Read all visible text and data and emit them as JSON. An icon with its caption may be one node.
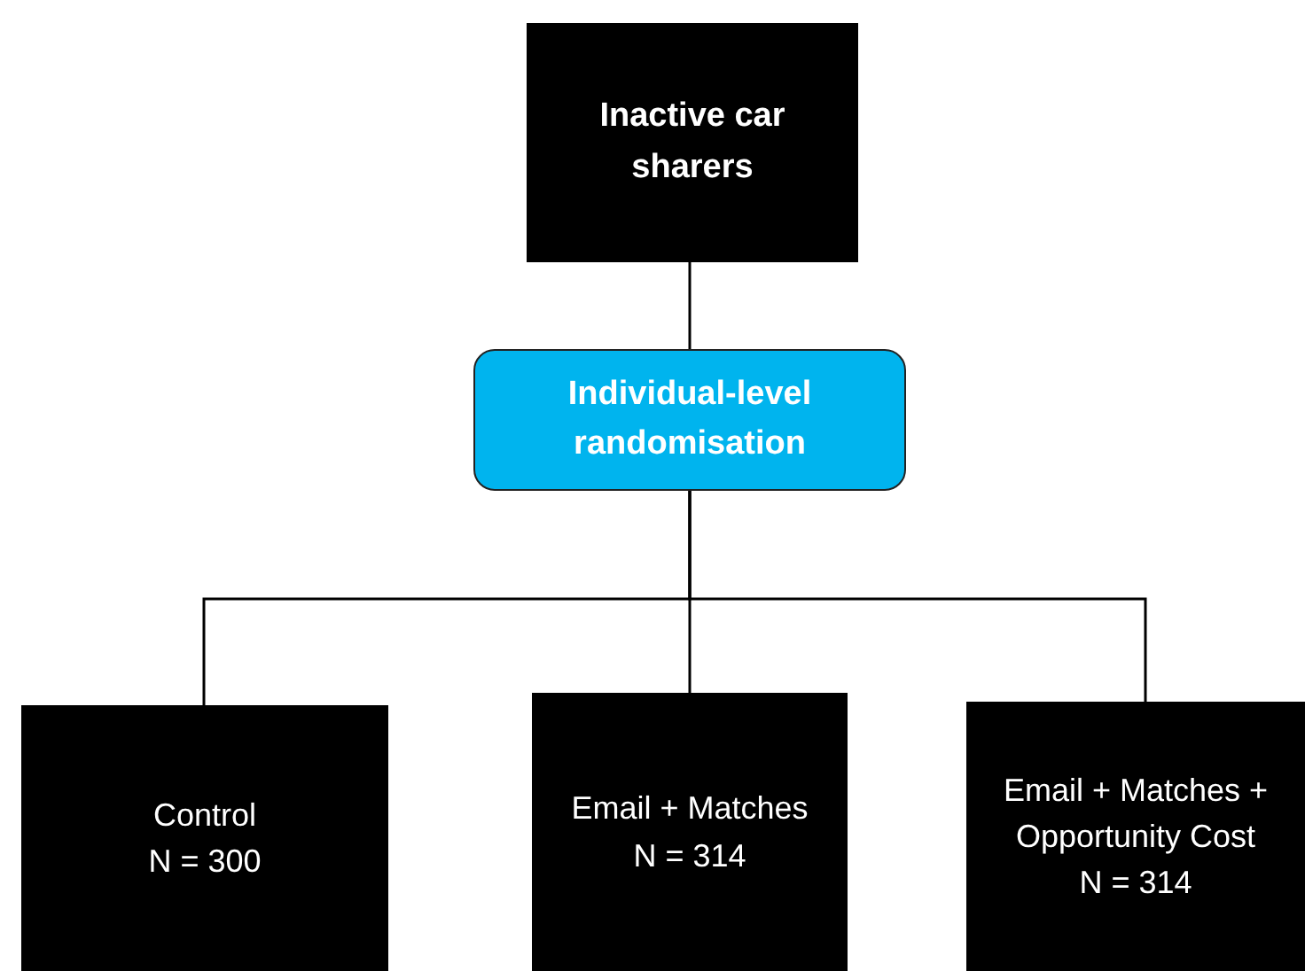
{
  "diagram": {
    "nodes": [
      {
        "text": [
          "Inactive car sharers"
        ]
      },
      {
        "text": [
          "Individual-level randomisation"
        ]
      },
      {
        "text": [
          "Control",
          "N = 300"
        ]
      },
      {
        "text": [
          "Email + Matches",
          "N = 314"
        ]
      },
      {
        "text": [
          "Email + Matches + Opportunity Cost",
          "N = 314"
        ]
      }
    ],
    "edges": [
      {
        "from": 0,
        "to": 1,
        "arrow": "none"
      },
      {
        "from": 1,
        "to": 2,
        "arrow": "none"
      },
      {
        "from": 1,
        "to": 3,
        "arrow": "none"
      },
      {
        "from": 1,
        "to": 4,
        "arrow": "none"
      }
    ]
  }
}
